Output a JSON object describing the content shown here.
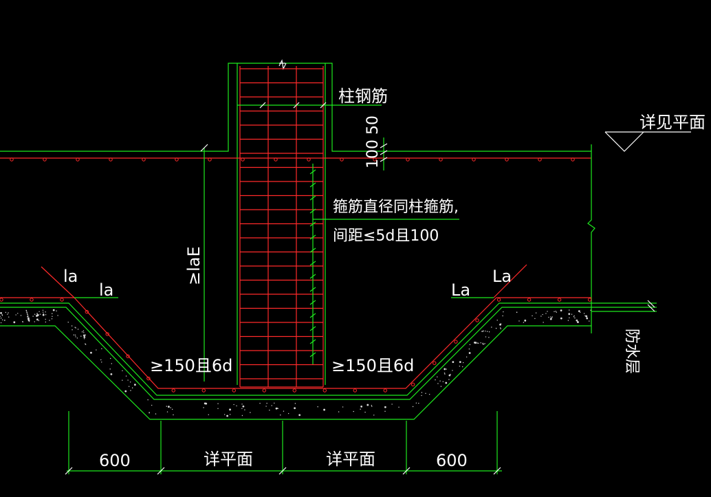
{
  "colors": {
    "background": "#000000",
    "structure_line": "#1eeb1e",
    "rebar_line": "#ff2a2a",
    "text": "#ffffff"
  },
  "labels": {
    "column_rebar": "柱钢筋",
    "see_plan": "详见平面",
    "offset_dim": "100 50",
    "stirrup_note_line1": "箍筋直径同柱箍筋,",
    "stirrup_note_line2": "间距≤5d且100",
    "anchor_len": "≥laE",
    "la_left_upper": "la",
    "la_left_lower": "la",
    "la_right_upper": "La",
    "la_right_lower": "La",
    "min_len_left": "≥150且6d",
    "min_len_right": "≥150且6d",
    "waterproof": "防水层"
  },
  "dimensions": {
    "seg1": "600",
    "seg2": "详平面",
    "seg3": "详平面",
    "seg4": "600"
  }
}
